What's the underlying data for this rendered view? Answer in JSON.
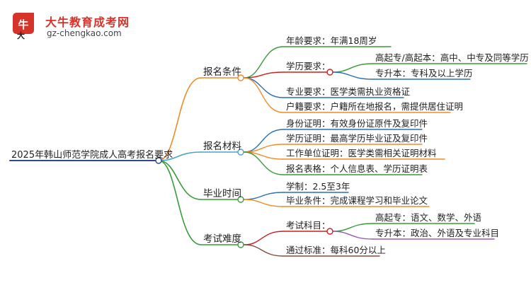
{
  "logo": {
    "title": "大牛教育成考网",
    "url": "gz-chengkao.com",
    "badge_text": "大牛",
    "brand_color": "#d6332b"
  },
  "root": {
    "label": "2025年韩山师范学院成人高考报名要求"
  },
  "branches": [
    {
      "label": "报名条件",
      "color": "#f08a24",
      "children": [
        {
          "label": "年龄要求：年满18周岁",
          "color": "#3a9a3a"
        },
        {
          "label": "学历要求：",
          "color": "#c8201f",
          "children": [
            {
              "label": "高起专/高起本：高中、中专及同等学历",
              "color": "#3a9a3a"
            },
            {
              "label": "专升本：专科及以上学历",
              "color": "#2a6fb7"
            }
          ]
        },
        {
          "label": "专业要求：医学类需执业资格证",
          "color": "#2a6fb7"
        },
        {
          "label": "户籍要求：户籍所在地报名，需提供居住证明",
          "color": "#f08a24"
        }
      ]
    },
    {
      "label": "报名材料",
      "color": "#4aa5c8",
      "children": [
        {
          "label": "身份证明：有效身份证原件及复印件",
          "color": "#2a6fb7"
        },
        {
          "label": "学历证明：最高学历毕业证及复印件",
          "color": "#f08a24"
        },
        {
          "label": "工作单位证明：医学类需相关证明材料",
          "color": "#f08a24"
        },
        {
          "label": "报名表格：个人信息表、学历证明表",
          "color": "#3a9a3a"
        }
      ]
    },
    {
      "label": "毕业时间",
      "color": "#3a9a3a",
      "children": [
        {
          "label": "学制：2.5至3年",
          "color": "#2a6fb7"
        },
        {
          "label": "毕业条件：完成课程学习和毕业论文",
          "color": "#f08a24"
        }
      ]
    },
    {
      "label": "考试难度",
      "color": "#3a9a3a",
      "children": [
        {
          "label": "考试科目：",
          "color": "#c8201f",
          "children": [
            {
              "label": "高起专：语文、数学、外语",
              "color": "#3a9a3a"
            },
            {
              "label": "专升本：政治、外语及专业科目",
              "color": "#9b59b6"
            }
          ]
        },
        {
          "label": "通过标准：每科60分以上",
          "color": "#8b4a3a"
        }
      ]
    }
  ],
  "root_line_color": "#2a4a8a"
}
